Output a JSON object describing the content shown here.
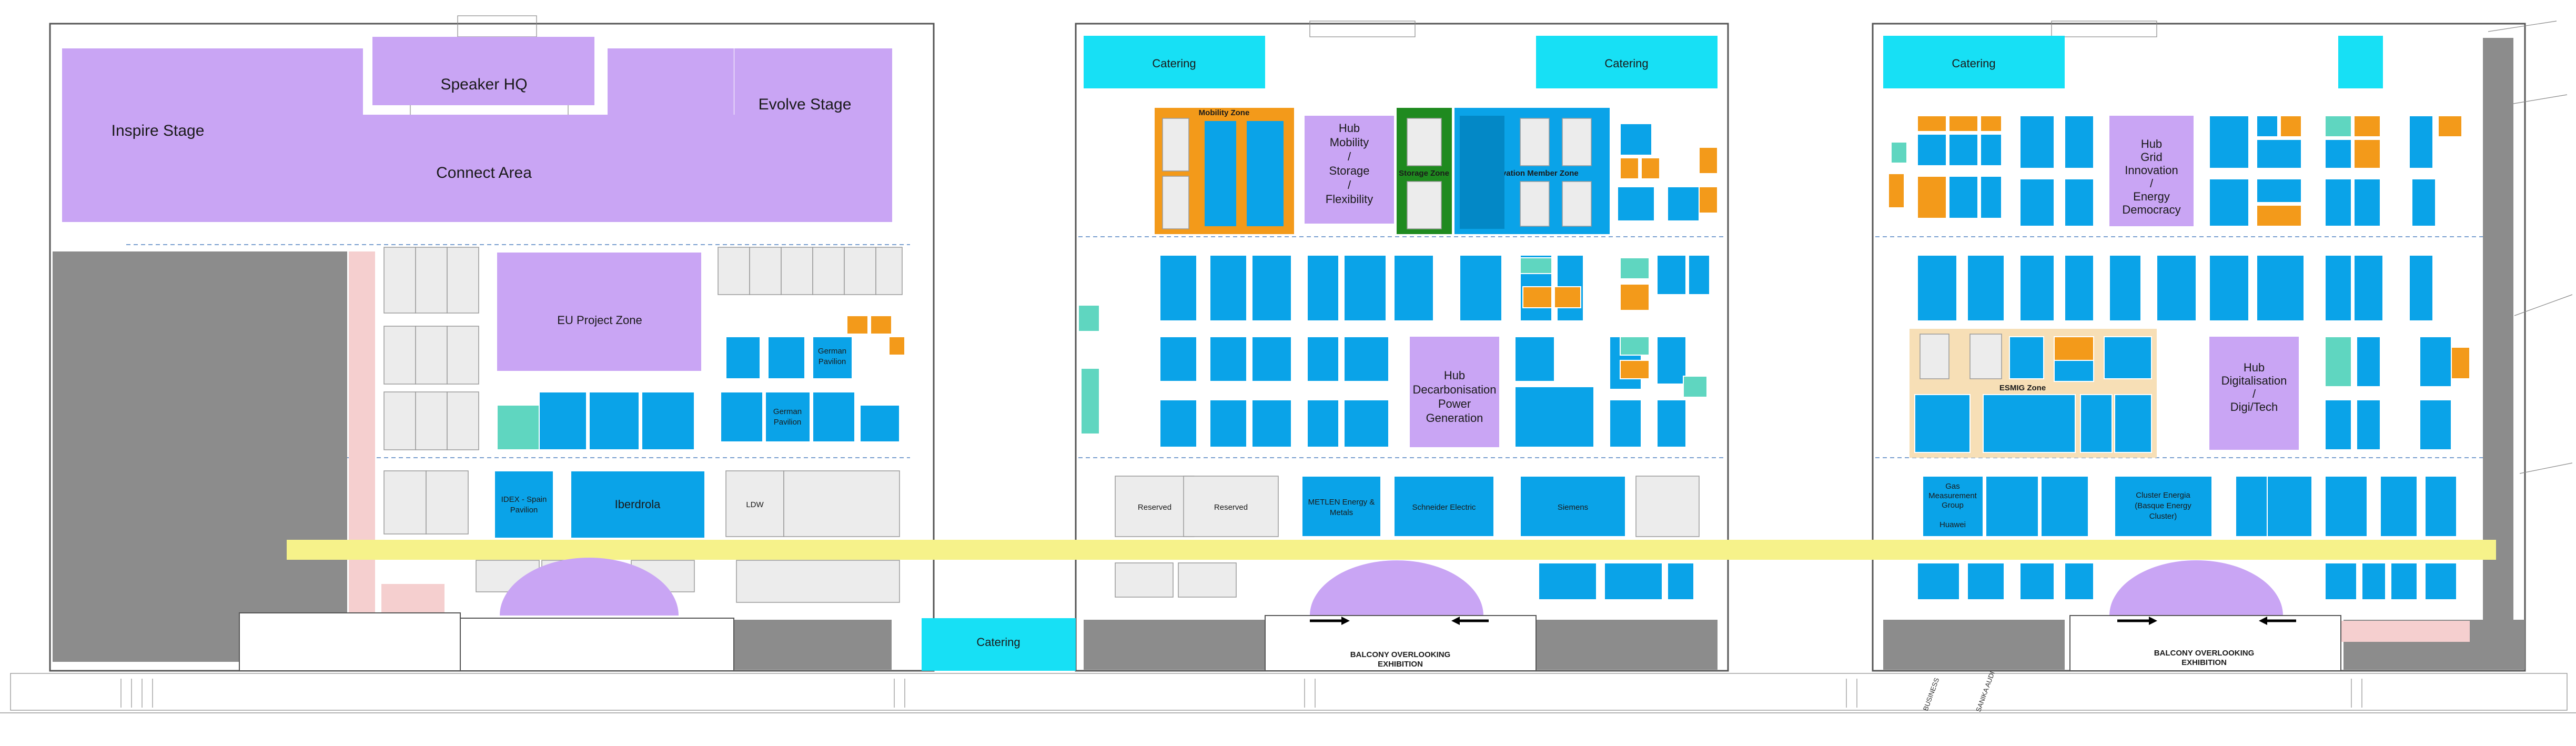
{
  "colors": {
    "stage": "#c9a5f4",
    "catering": "#17e0f5",
    "booth": "#0aa3e8",
    "mobility_zone": "#f39a1a",
    "storage_zone": "#1f8a1f",
    "small_stand_orange": "#f39a1a",
    "small_stand_teal": "#5fd6c0",
    "esmig_zone": "#f7dfb6",
    "walkway": "#f6f28a",
    "blocked_area": "#8c8c8c",
    "pink_strip": "#f5cfcf",
    "generic_stand": "#ececec"
  },
  "stages": {
    "inspire": "Inspire Stage",
    "speaker_hq": "Speaker HQ",
    "evolve": "Evolve Stage",
    "connect": "Connect Area",
    "eu_project_zone": "EU Project Zone"
  },
  "catering": [
    "Catering",
    "Catering",
    "Catering",
    "Catering"
  ],
  "zones": {
    "mobility": "Mobility Zone",
    "storage": "Storage Zone",
    "innovation_member": "Innovation Member Zone",
    "esmig": "ESMIG Zone"
  },
  "hubs": {
    "mobility": [
      "Hub",
      "Mobility",
      "/",
      "Storage",
      "/",
      "Flexibility"
    ],
    "decarbonisation": [
      "Hub",
      "Decarbonisation",
      "Power",
      "Generation"
    ],
    "grid": [
      "Hub",
      "Grid",
      "Innovation",
      "/",
      "Energy",
      "Democracy"
    ],
    "digitalisation": [
      "Hub",
      "Digitalisation",
      "/",
      "Digi/Tech"
    ]
  },
  "named_stands": {
    "idex": [
      "IDEX - Spain",
      "Pavilion"
    ],
    "iberdrola": "Iberdrola",
    "ldw": "LDW",
    "metlen": [
      "METLEN Energy &",
      "Metals"
    ],
    "schneider": "Schneider Electric",
    "siemens": "Siemens",
    "reserved_a": "Reserved",
    "reserved_b": "Reserved",
    "gas_measurement": [
      "Gas",
      "Measurement",
      "Group"
    ],
    "huawei": "Huawei",
    "cluster_energia": [
      "Cluster Energia",
      "(Basque Energy",
      "Cluster)"
    ],
    "german_pavilion_a": [
      "German",
      "Pavilion"
    ],
    "german_pavilion_b": [
      "German",
      "Pavilion"
    ]
  },
  "balcony": [
    "BALCONY OVERLOOKING",
    "EXHIBITION",
    "BALCONY OVERLOOKING",
    "EXHIBITION"
  ],
  "exits": [
    "BUSINESS",
    "SANIKA AUDI"
  ]
}
